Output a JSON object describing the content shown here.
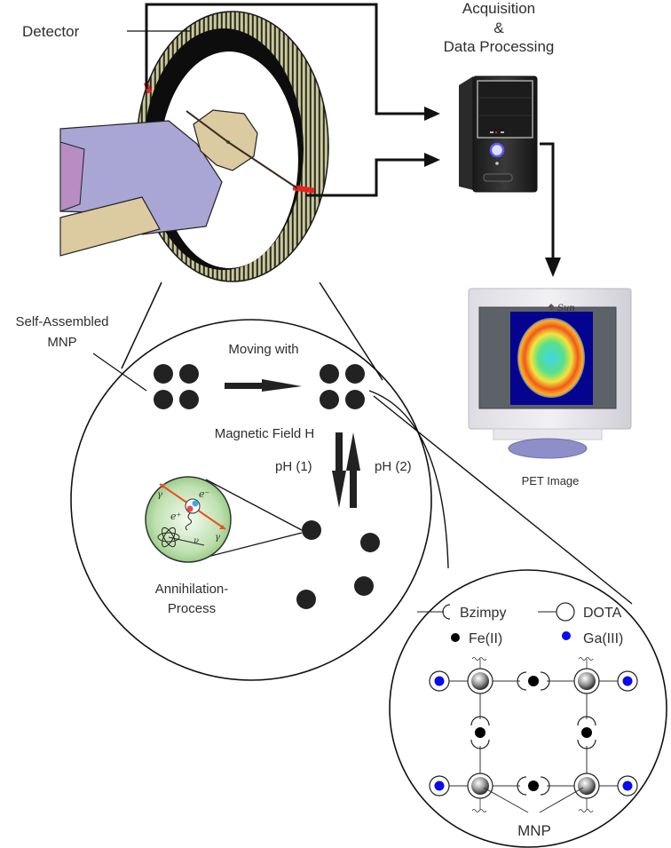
{
  "labels": {
    "detector": "Detector",
    "acquisition_line1": "Acquisition",
    "acquisition_line2": "&",
    "acquisition_line3": "Data Processing",
    "pet_image": "PET Image",
    "monitor_brand": "Sun",
    "self_assembled_line1": "Self-Assembled",
    "self_assembled_line2": "MNP",
    "moving_with": "Moving with",
    "magnetic_field": "Magnetic Field H",
    "ph1": "pH (1)",
    "ph2": "pH (2)",
    "annihilation_line1": "Annihilation-",
    "annihilation_line2": "Process",
    "mnp": "MNP"
  },
  "annihilation_symbols": {
    "gamma1": "γ",
    "gamma2": "γ",
    "electron": "e⁻",
    "positron": "e⁺",
    "neutrino": "ν"
  },
  "legend": [
    {
      "symbol": "bzimpy-icon",
      "label": "Bzimpy"
    },
    {
      "symbol": "dota-icon",
      "label": "DOTA"
    },
    {
      "symbol": "fe-dot-icon",
      "label": "Fe(II)",
      "color": "#000000"
    },
    {
      "symbol": "ga-dot-icon",
      "label": "Ga(III)",
      "color": "#0a0af0"
    }
  ],
  "colors": {
    "detector_crystal": "#c9c89a",
    "detector_hit": "#e8231f",
    "patient_shirt": "#a9a6d6",
    "patient_skin": "#dccaa0",
    "ga_dot": "#0a0af0",
    "fe_dot": "#000000",
    "annihilation_bg": "#bfe0b0",
    "pet_bg": "#04048f"
  }
}
